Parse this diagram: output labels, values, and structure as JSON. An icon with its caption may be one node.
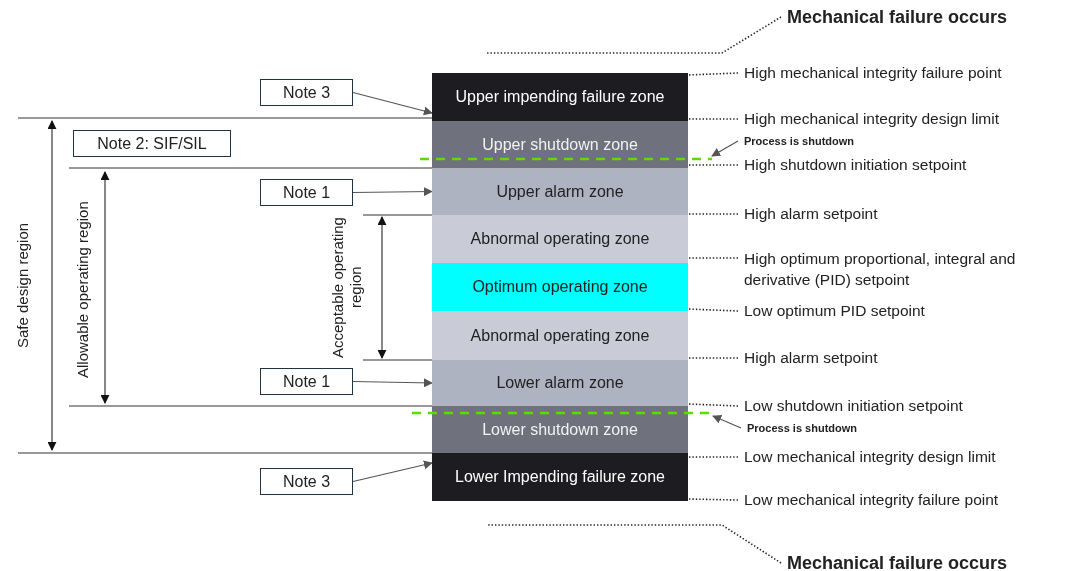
{
  "diagram": {
    "nodes": [
      {
        "text": [
          "Upper impending failure zone"
        ]
      },
      {
        "text": [
          "Upper shutdown zone"
        ]
      },
      {
        "text": [
          "Upper alarm zone"
        ]
      },
      {
        "text": [
          "Abnormal operating zone"
        ]
      },
      {
        "text": [
          "Optimum operating zone"
        ]
      },
      {
        "text": [
          "Abnormal operating zone"
        ]
      },
      {
        "text": [
          "Lower alarm zone"
        ]
      },
      {
        "text": [
          "Lower shutdown zone"
        ]
      },
      {
        "text": [
          "Lower Impending failure zone"
        ]
      },
      {
        "text": [
          "Note 3"
        ]
      },
      {
        "text": [
          "Note 2: SIF/SIL"
        ]
      },
      {
        "text": [
          "Note 1"
        ]
      },
      {
        "text": [
          "Note 1"
        ]
      },
      {
        "text": [
          "Note 3"
        ]
      },
      {
        "text": [
          "Mechanical failure occurs"
        ]
      },
      {
        "text": [
          "High mechanical integrity failure point"
        ]
      },
      {
        "text": [
          "High mechanical integrity design limit"
        ]
      },
      {
        "text": [
          "Process is shutdown"
        ]
      },
      {
        "text": [
          "High shutdown initiation setpoint"
        ]
      },
      {
        "text": [
          "High alarm setpoint"
        ]
      },
      {
        "text": [
          "High optimum proportional, integral and derivative (PID) setpoint"
        ]
      },
      {
        "text": [
          "Low optimum PID setpoint"
        ]
      },
      {
        "text": [
          "High alarm setpoint"
        ]
      },
      {
        "text": [
          "Low shutdown initiation setpoint"
        ]
      },
      {
        "text": [
          "Process is shutdown"
        ]
      },
      {
        "text": [
          "Low mechanical integrity design limit"
        ]
      },
      {
        "text": [
          "Low mechanical integrity failure point"
        ]
      },
      {
        "text": [
          "Mechanical failure occurs"
        ]
      }
    ],
    "edges": [
      {
        "from": 9,
        "to": 0,
        "arrow": "to"
      },
      {
        "from": 11,
        "to": 2,
        "arrow": "to"
      },
      {
        "from": 12,
        "to": 6,
        "arrow": "to"
      },
      {
        "from": 13,
        "to": 8,
        "arrow": "to"
      },
      {
        "from": 14,
        "to": null,
        "arrow": "none",
        "style": "dashed"
      },
      {
        "from": 15,
        "to": 0,
        "arrow": "none",
        "style": "dashed"
      },
      {
        "from": 16,
        "to": 0,
        "arrow": "none",
        "style": "dashed"
      },
      {
        "from": 17,
        "to": null,
        "arrow": "to"
      },
      {
        "from": 18,
        "to": 1,
        "arrow": "none",
        "style": "dashed"
      },
      {
        "from": 19,
        "to": 2,
        "arrow": "none",
        "style": "dashed"
      },
      {
        "from": 20,
        "to": 3,
        "arrow": "none",
        "style": "dashed"
      },
      {
        "from": 21,
        "to": 4,
        "arrow": "none",
        "style": "dashed"
      },
      {
        "from": 22,
        "to": 5,
        "arrow": "none",
        "style": "dashed"
      },
      {
        "from": 23,
        "to": 6,
        "arrow": "none",
        "style": "dashed"
      },
      {
        "from": 24,
        "to": null,
        "arrow": "to"
      },
      {
        "from": 25,
        "to": 8,
        "arrow": "none",
        "style": "dashed"
      },
      {
        "from": 26,
        "to": 8,
        "arrow": "none",
        "style": "dashed"
      },
      {
        "from": 27,
        "to": null,
        "arrow": "none",
        "style": "dashed"
      }
    ],
    "labels": [
      "Safe design region",
      "Allowable operating region",
      "Acceptable operating region"
    ]
  }
}
